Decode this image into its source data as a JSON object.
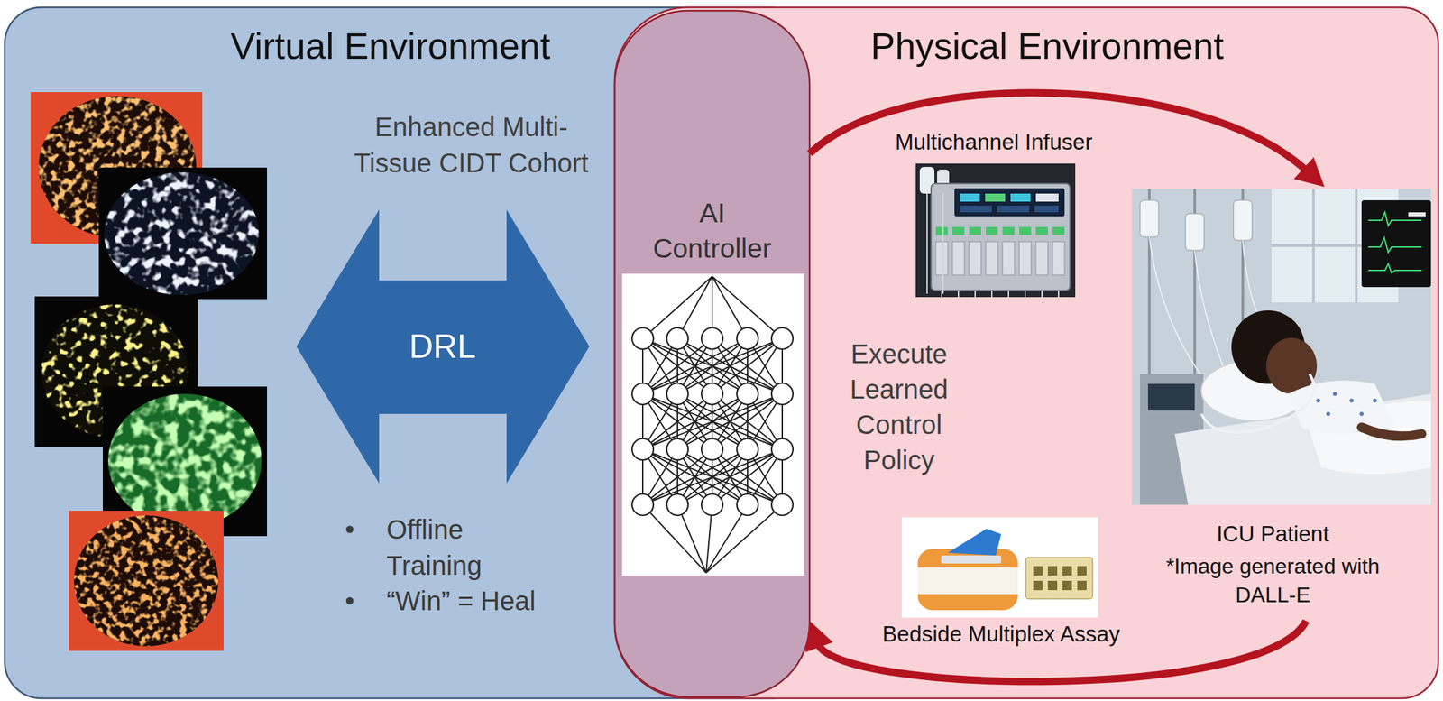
{
  "diagram": {
    "nodes": [
      {
        "text": [
          "Virtual Environment"
        ]
      },
      {
        "text": [
          "DRL"
        ],
        "in": 0
      },
      {
        "text": [
          "AI Controller"
        ]
      },
      {
        "text": [
          "Physical Environment"
        ]
      },
      {
        "text": [
          "Multichannel Infuser"
        ],
        "in": 3
      },
      {
        "text": [
          "ICU Patient",
          "*Image generated with DALL-E"
        ],
        "in": 3
      },
      {
        "text": [
          "Bedside Multiplex Assay"
        ],
        "in": 3
      }
    ],
    "edges": [
      {
        "from": 2,
        "to": 5,
        "arrow": "to"
      },
      {
        "from": 5,
        "to": 2,
        "arrow": "to"
      }
    ],
    "labels": [
      "Enhanced Multi-Tissue CIDT Cohort",
      "Offline Training",
      "“Win” = Heal",
      "Execute Learned Control Policy"
    ]
  }
}
